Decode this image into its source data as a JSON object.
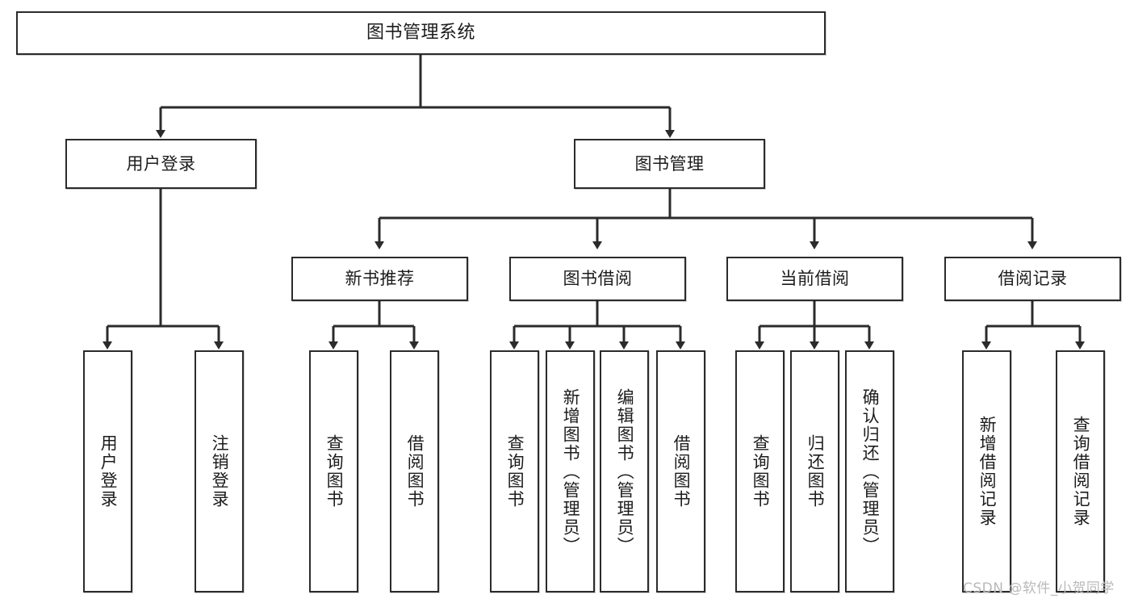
{
  "diagram": {
    "type": "tree-hierarchy",
    "title": "图书管理系统",
    "orientation": "top-down",
    "colors": {
      "box_border": "#2b2b2b",
      "box_fill": "#ffffff",
      "line": "#2b2b2b",
      "text": "#1c1c1c",
      "watermark": "#b9b9b9"
    },
    "root": {
      "label": "图书管理系统"
    },
    "level1": [
      {
        "label": "用户登录"
      },
      {
        "label": "图书管理"
      }
    ],
    "level2": [
      {
        "label": "新书推荐"
      },
      {
        "label": "图书借阅"
      },
      {
        "label": "当前借阅"
      },
      {
        "label": "借阅记录"
      }
    ],
    "leaves": {
      "user_login": [
        {
          "label": "用户登录"
        },
        {
          "label": "注销登录"
        }
      ],
      "new_book_recommend": [
        {
          "label": "查询图书"
        },
        {
          "label": "借阅图书"
        }
      ],
      "book_borrow": [
        {
          "label": "查询图书"
        },
        {
          "label": "新增图书（管理员）"
        },
        {
          "label": "编辑图书（管理员）"
        },
        {
          "label": "借阅图书"
        }
      ],
      "current_borrow": [
        {
          "label": "查询图书"
        },
        {
          "label": "归还图书"
        },
        {
          "label": "确认归还（管理员）"
        }
      ],
      "borrow_record": [
        {
          "label": "新增借阅记录"
        },
        {
          "label": "查询借阅记录"
        }
      ]
    }
  },
  "watermark": {
    "text": "CSDN @软件_小贺同学"
  }
}
